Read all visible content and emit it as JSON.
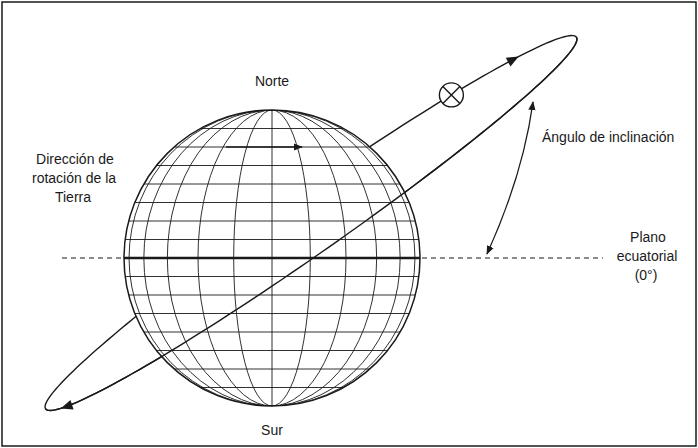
{
  "diagram": {
    "labels": [
      "Norte",
      "Dirección de rotación de la Tierra",
      "Ángulo de inclinación",
      "Plano ecuatorial (0°)",
      "Sur"
    ]
  }
}
